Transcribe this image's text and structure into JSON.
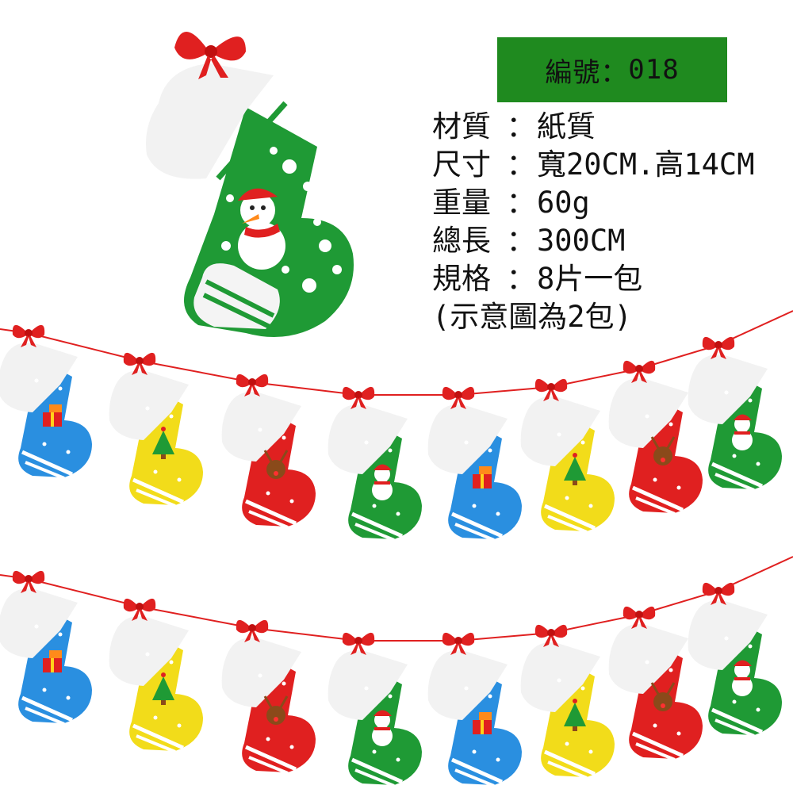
{
  "product_code": {
    "label": "編號",
    "separator": "：",
    "value": "018"
  },
  "specs": [
    {
      "label": "材質",
      "separator": "：",
      "value": "紙質"
    },
    {
      "label": "尺寸",
      "separator": "：",
      "value": "寬20CM.高14CM"
    },
    {
      "label": "重量",
      "separator": "：",
      "value": "60g"
    },
    {
      "label": "總長",
      "separator": "：",
      "value": "300CM"
    },
    {
      "label": "規格",
      "separator": "：",
      "value": "8片一包"
    }
  ],
  "note": "(示意圖為2包)",
  "colors": {
    "badge": "#1f8a1f",
    "red": "#e02020",
    "green": "#1f9a35",
    "blue": "#2a8fe0",
    "yellow": "#f2dc1a",
    "cuff": "#f2f2f2"
  },
  "garland": {
    "rows": 2,
    "stockings_per_row": 8,
    "pattern": [
      {
        "color": "blue",
        "motif": "gift"
      },
      {
        "color": "yellow",
        "motif": "tree"
      },
      {
        "color": "red",
        "motif": "reindeer"
      },
      {
        "color": "green",
        "motif": "snowman"
      },
      {
        "color": "blue",
        "motif": "gift"
      },
      {
        "color": "yellow",
        "motif": "tree"
      },
      {
        "color": "red",
        "motif": "reindeer"
      },
      {
        "color": "green",
        "motif": "snowman"
      }
    ]
  }
}
